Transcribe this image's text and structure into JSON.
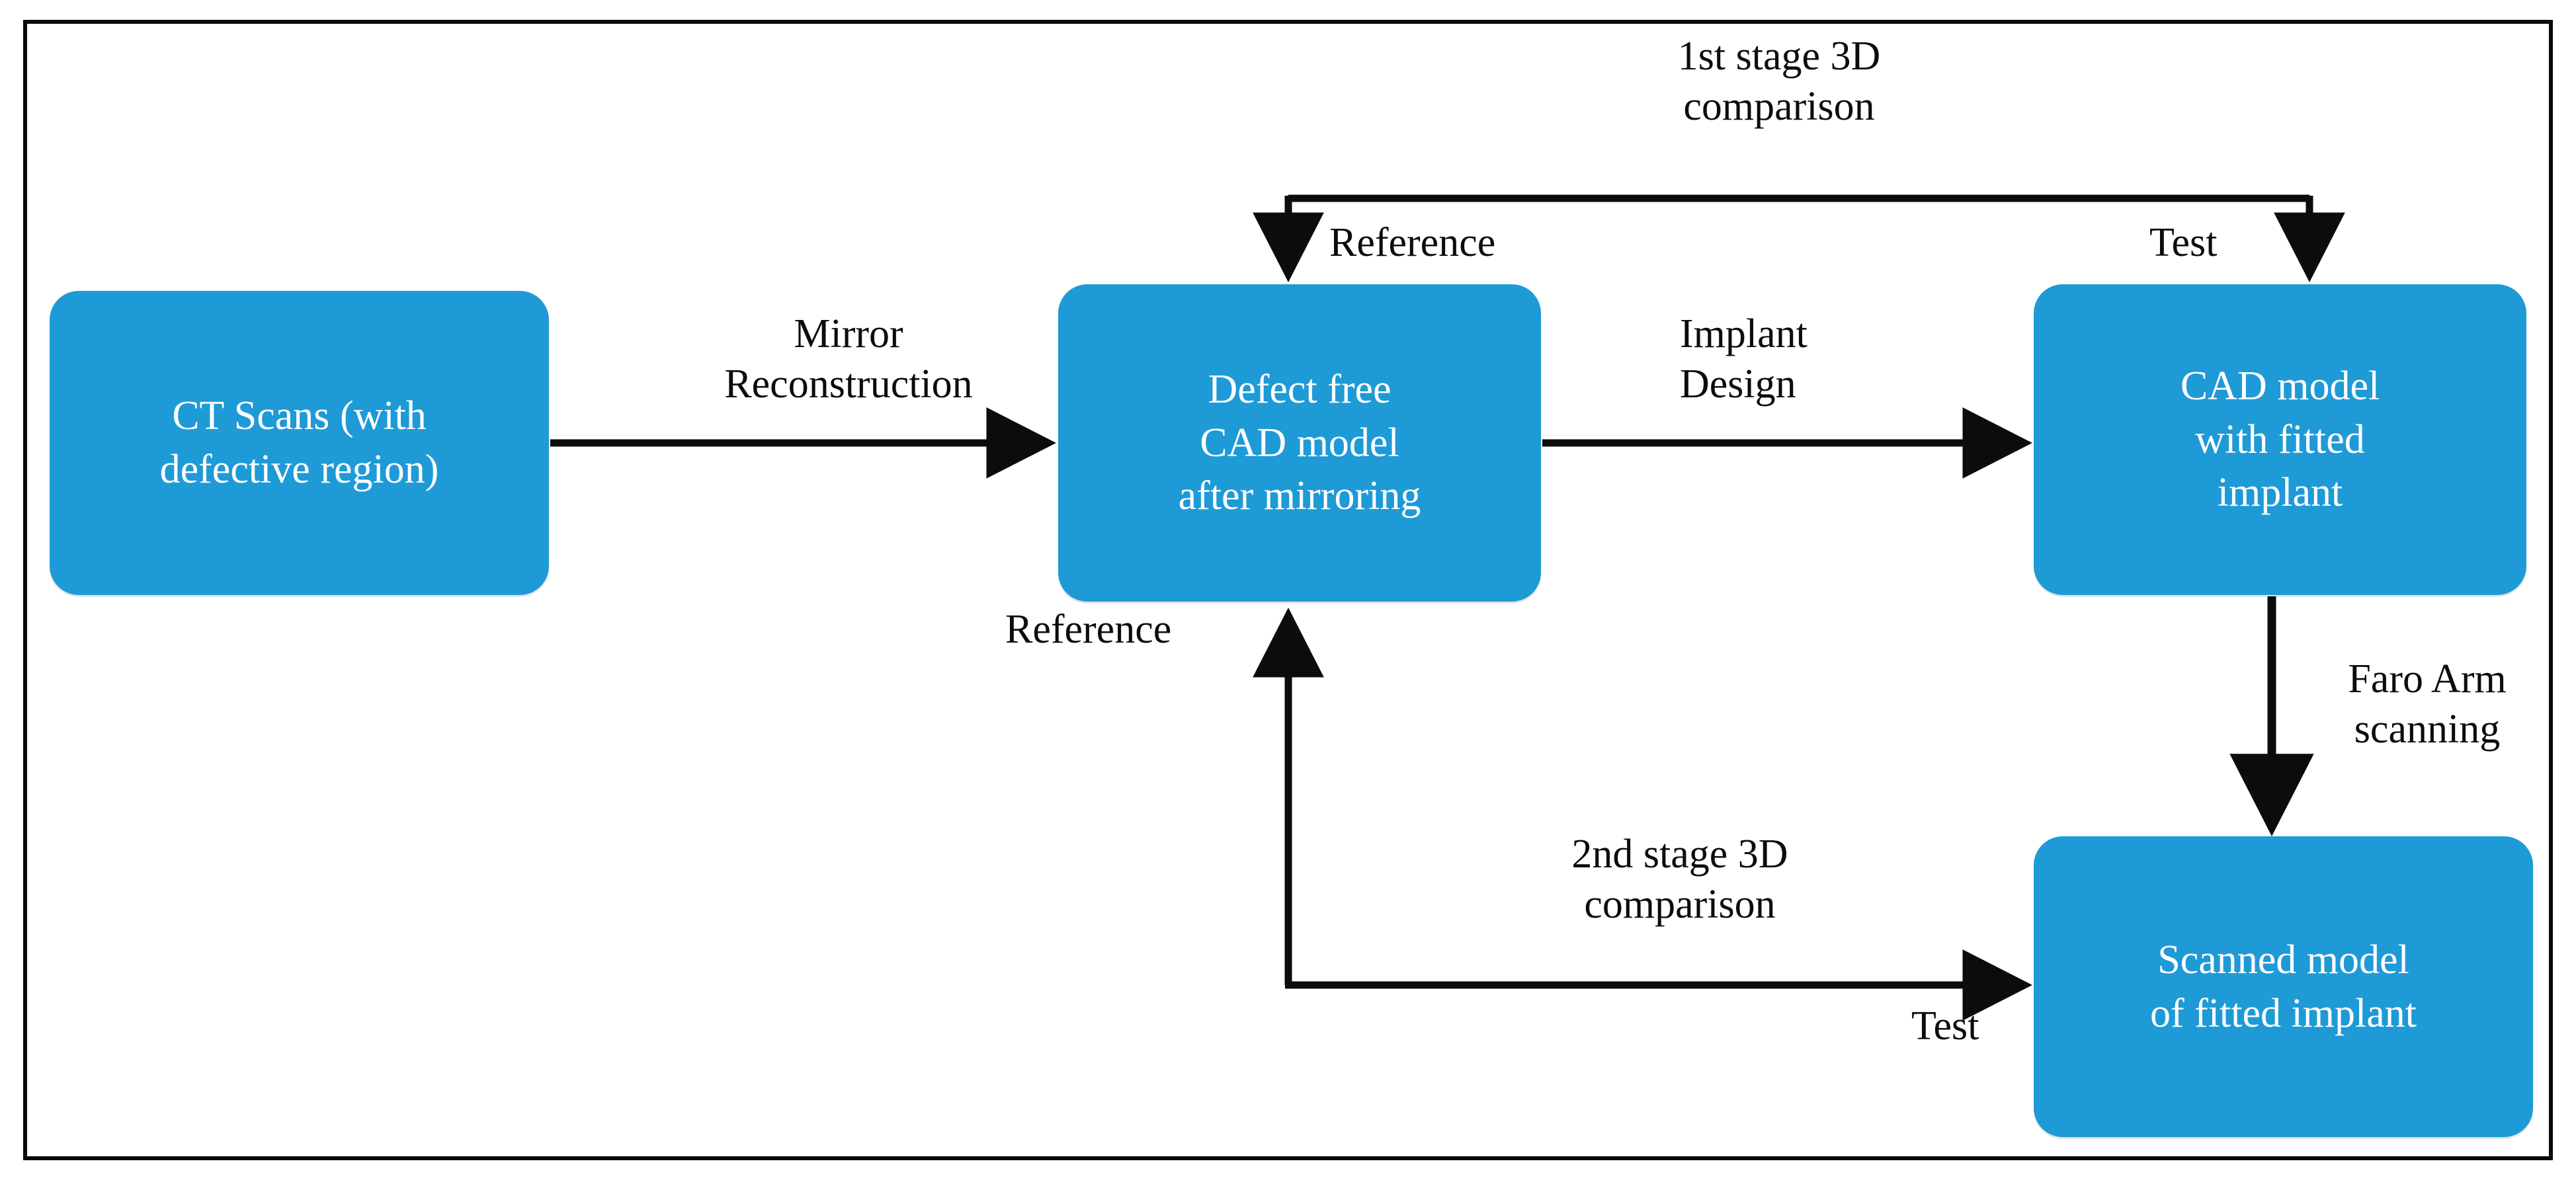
{
  "diagram": {
    "title_present": false,
    "colors": {
      "node_fill": "#1E9AD7",
      "node_text": "#FFFFFF",
      "line": "#0C0C0C",
      "frame": "#0A0A0A",
      "background": "#FFFFFF"
    },
    "nodes": [
      {
        "id": "ct_scans",
        "label": "CT Scans (with\ndefective region)"
      },
      {
        "id": "defect_free",
        "label": "Defect free\nCAD model\nafter mirroring"
      },
      {
        "id": "cad_fitted",
        "label": "CAD model\nwith  fitted\nimplant"
      },
      {
        "id": "scanned",
        "label": "Scanned model\nof fitted implant"
      }
    ],
    "edge_labels": {
      "mirror_reconstruction": "Mirror\nReconstruction",
      "implant_design": "Implant\nDesign",
      "faro_arm_scanning": "Faro Arm\nscanning",
      "stage1_comparison": "1st stage 3D\ncomparison",
      "stage2_comparison": "2nd stage 3D\ncomparison",
      "reference_top": "Reference",
      "test_top": "Test",
      "reference_bottom": "Reference",
      "test_bottom": "Test"
    },
    "edges": [
      {
        "from": "ct_scans",
        "to": "defect_free",
        "label": "Mirror Reconstruction",
        "direction": "right"
      },
      {
        "from": "defect_free",
        "to": "cad_fitted",
        "label": "Implant Design",
        "direction": "right"
      },
      {
        "from": "cad_fitted",
        "to": "scanned",
        "label": "Faro Arm scanning",
        "direction": "down"
      },
      {
        "from": "comparison-1",
        "to": "defect_free",
        "label": "Reference",
        "direction": "down"
      },
      {
        "from": "comparison-1",
        "to": "cad_fitted",
        "label": "Test",
        "direction": "down"
      },
      {
        "from": "scanned",
        "to": "defect_free",
        "label": "Reference",
        "direction": "up"
      },
      {
        "from": "comparison-2",
        "to": "scanned",
        "label": "Test",
        "direction": "right"
      }
    ]
  }
}
